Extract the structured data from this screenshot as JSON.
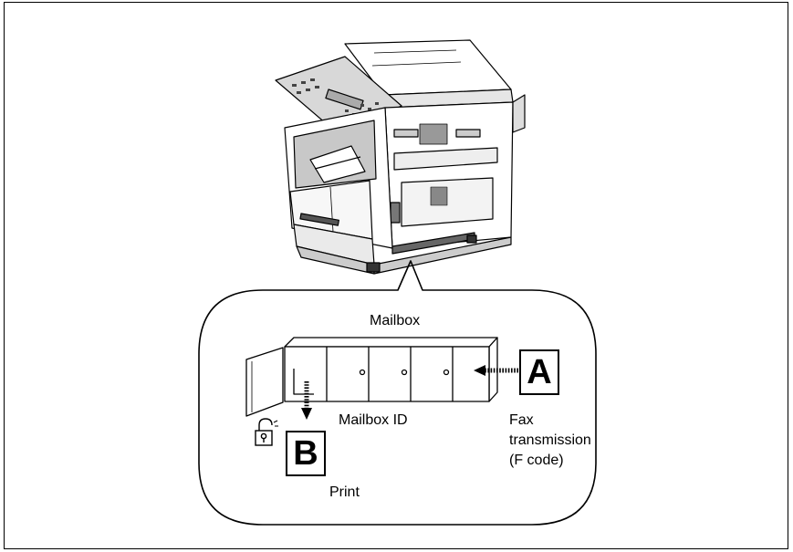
{
  "labels": {
    "mailbox": "Mailbox",
    "mailbox_id": "Mailbox ID",
    "fax_line1": "Fax",
    "fax_line2": "transmission",
    "fax_line3": "(F code)",
    "print": "Print"
  },
  "documents": {
    "a": "A",
    "b": "B"
  },
  "icons": {
    "device": "multifunction-copier-icon",
    "lock": "padlock-unlocked-icon"
  }
}
